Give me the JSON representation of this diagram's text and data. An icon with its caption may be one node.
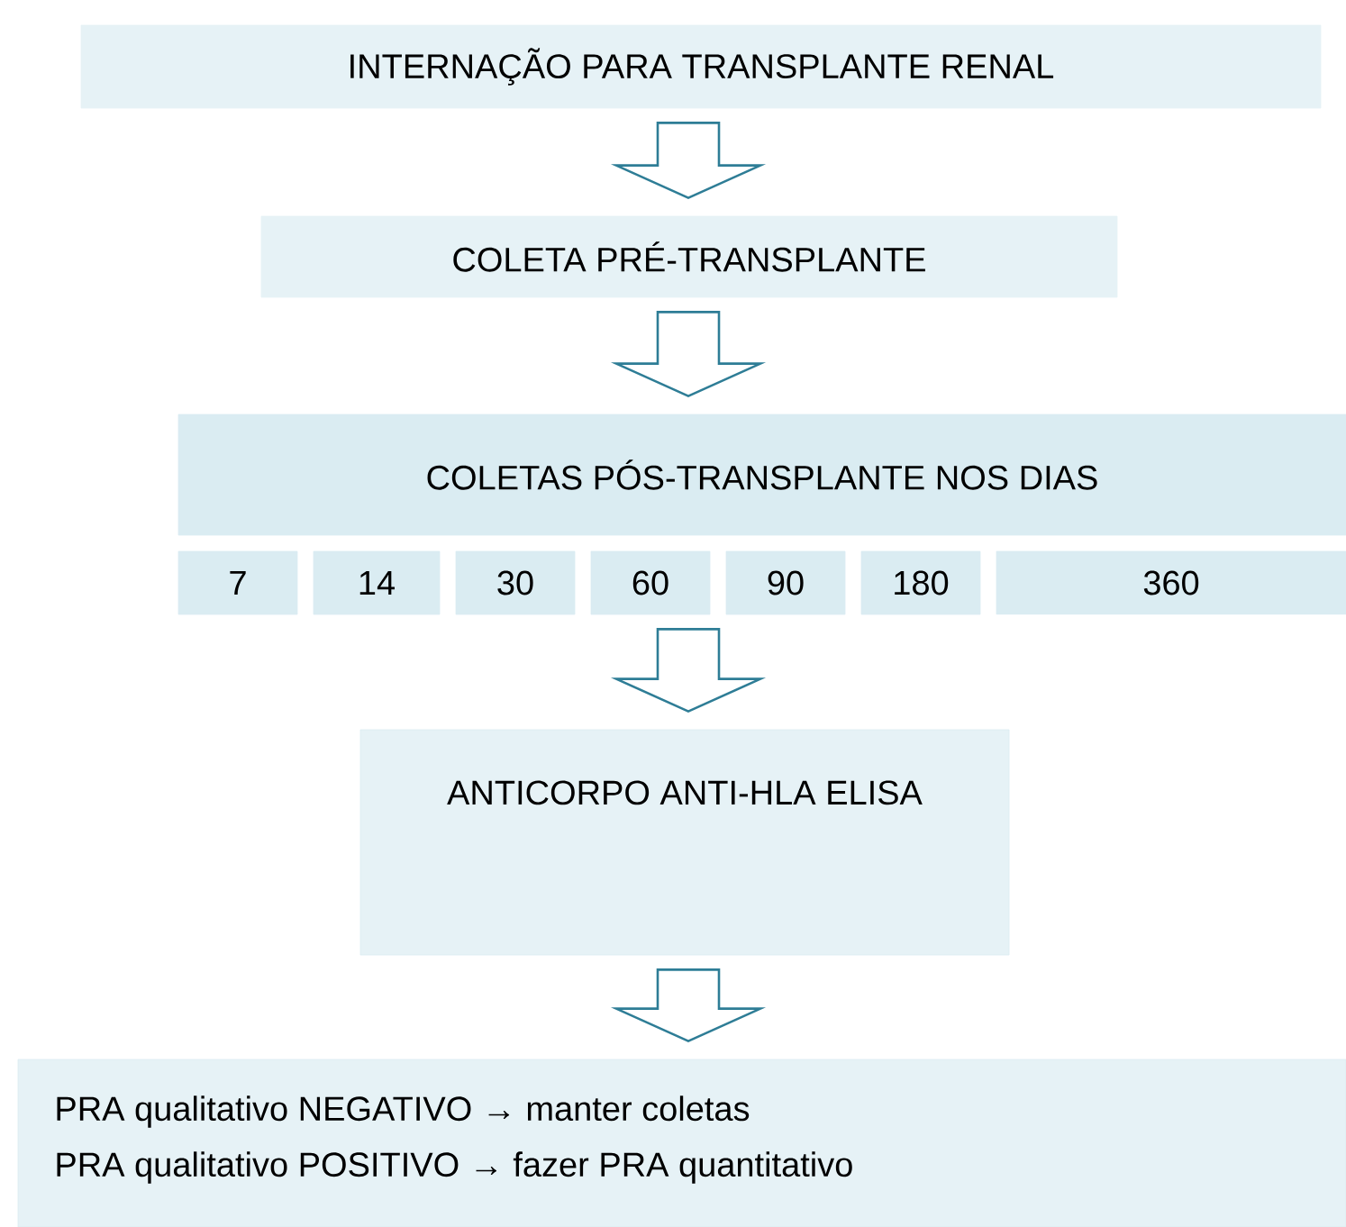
{
  "diagram": {
    "nodes": [
      {
        "text": [
          "INTERNAÇÃO PARA TRANSPLANTE RENAL"
        ]
      },
      {
        "text": [
          "COLETA PRÉ-TRANSPLANTE"
        ]
      },
      {
        "text": [
          "COLETAS PÓS-TRANSPLANTE NOS DIAS"
        ]
      },
      {
        "text": [
          "7"
        ]
      },
      {
        "text": [
          "14"
        ]
      },
      {
        "text": [
          "30"
        ]
      },
      {
        "text": [
          "60"
        ]
      },
      {
        "text": [
          "90"
        ]
      },
      {
        "text": [
          "180"
        ]
      },
      {
        "text": [
          "360"
        ]
      },
      {
        "text": [
          "ANTICORPO ANTI-HLA ELISA"
        ]
      },
      {
        "text": [
          "PRA qualitativo NEGATIVO → manter coletas",
          "PRA qualitativo POSITIVO → fazer PRA quantitativo"
        ]
      }
    ],
    "edges": [
      {
        "from": 0,
        "to": 1,
        "arrow": "to"
      },
      {
        "from": 1,
        "to": 2,
        "arrow": "to"
      },
      {
        "from": 2,
        "to": 10,
        "arrow": "to"
      },
      {
        "from": 10,
        "to": 11,
        "arrow": "to"
      }
    ]
  }
}
